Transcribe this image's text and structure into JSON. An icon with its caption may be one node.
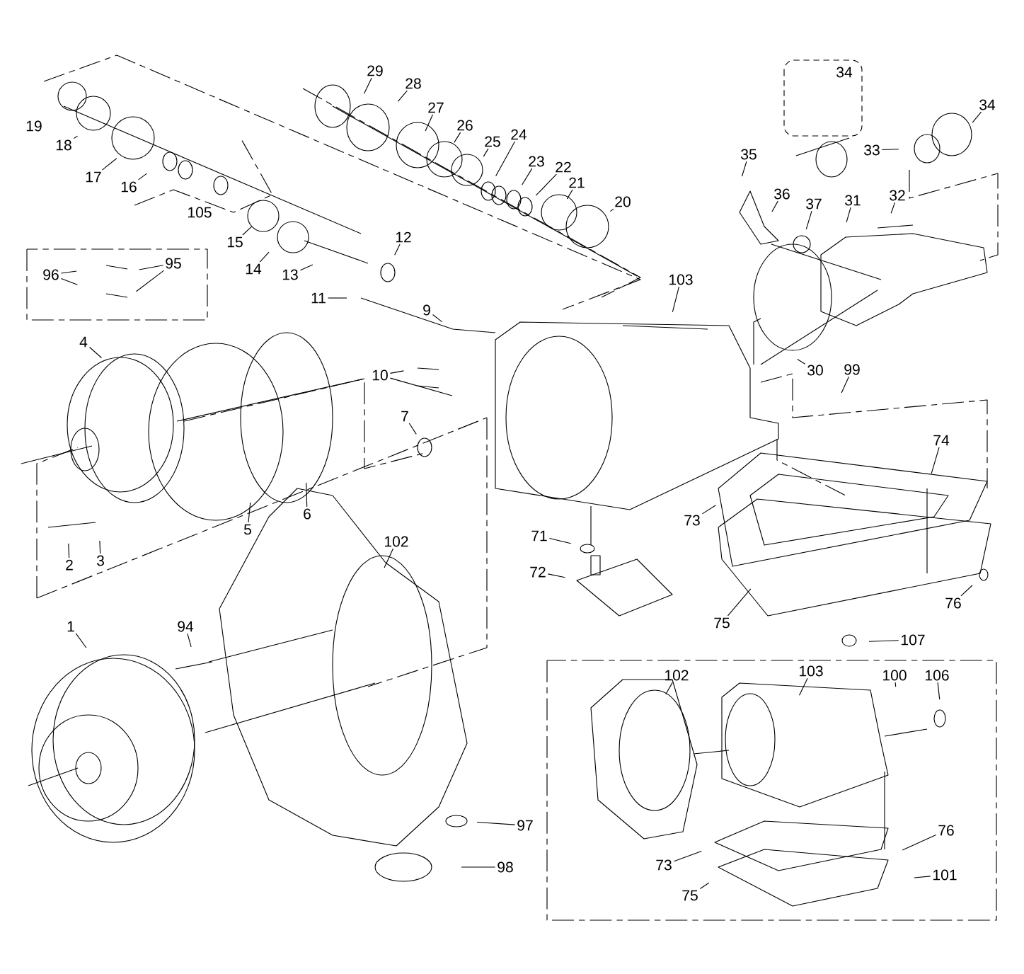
{
  "diagram": {
    "nodes": [
      {
        "text": [
          "34"
        ]
      },
      {
        "text": [
          "29"
        ]
      },
      {
        "text": [
          "28"
        ]
      },
      {
        "text": [
          "27"
        ]
      },
      {
        "text": [
          "34"
        ]
      },
      {
        "text": [
          "26"
        ]
      },
      {
        "text": [
          "19"
        ]
      },
      {
        "text": [
          "24"
        ]
      },
      {
        "text": [
          "25"
        ]
      },
      {
        "text": [
          "18"
        ]
      },
      {
        "text": [
          "33"
        ]
      },
      {
        "text": [
          "23"
        ]
      },
      {
        "text": [
          "22"
        ]
      },
      {
        "text": [
          "35"
        ]
      },
      {
        "text": [
          "17"
        ]
      },
      {
        "text": [
          "16"
        ]
      },
      {
        "text": [
          "21"
        ]
      },
      {
        "text": [
          "36"
        ]
      },
      {
        "text": [
          "32"
        ]
      },
      {
        "text": [
          "20"
        ]
      },
      {
        "text": [
          "37"
        ]
      },
      {
        "text": [
          "31"
        ]
      },
      {
        "text": [
          "105"
        ]
      },
      {
        "text": [
          "15"
        ]
      },
      {
        "text": [
          "12"
        ]
      },
      {
        "text": [
          "14"
        ]
      },
      {
        "text": [
          "95"
        ]
      },
      {
        "text": [
          "96"
        ]
      },
      {
        "text": [
          "13"
        ]
      },
      {
        "text": [
          "103"
        ]
      },
      {
        "text": [
          "11"
        ]
      },
      {
        "text": [
          "9"
        ]
      },
      {
        "text": [
          "4"
        ]
      },
      {
        "text": [
          "30"
        ]
      },
      {
        "text": [
          "10"
        ]
      },
      {
        "text": [
          "99"
        ]
      },
      {
        "text": [
          "7"
        ]
      },
      {
        "text": [
          "74"
        ]
      },
      {
        "text": [
          "6"
        ]
      },
      {
        "text": [
          "5"
        ]
      },
      {
        "text": [
          "73"
        ]
      },
      {
        "text": [
          "71"
        ]
      },
      {
        "text": [
          "3"
        ]
      },
      {
        "text": [
          "2"
        ]
      },
      {
        "text": [
          "102"
        ]
      },
      {
        "text": [
          "72"
        ]
      },
      {
        "text": [
          "76"
        ]
      },
      {
        "text": [
          "75"
        ]
      },
      {
        "text": [
          "1"
        ]
      },
      {
        "text": [
          "94"
        ]
      },
      {
        "text": [
          "107"
        ]
      },
      {
        "text": [
          "102"
        ]
      },
      {
        "text": [
          "103"
        ]
      },
      {
        "text": [
          "100"
        ]
      },
      {
        "text": [
          "106"
        ]
      },
      {
        "text": [
          "97"
        ]
      },
      {
        "text": [
          "76"
        ]
      },
      {
        "text": [
          "73"
        ]
      },
      {
        "text": [
          "98"
        ]
      },
      {
        "text": [
          "101"
        ]
      },
      {
        "text": [
          "75"
        ]
      }
    ],
    "edges": [
      {
        "from": 1,
        "to": null,
        "arrow": "none"
      },
      {
        "from": 2,
        "to": null,
        "arrow": "none"
      },
      {
        "from": 3,
        "to": null,
        "arrow": "none"
      },
      {
        "from": 4,
        "to": null,
        "arrow": "none"
      },
      {
        "from": 5,
        "to": null,
        "arrow": "none"
      },
      {
        "from": 7,
        "to": null,
        "arrow": "none"
      },
      {
        "from": 8,
        "to": null,
        "arrow": "none"
      },
      {
        "from": 9,
        "to": null,
        "arrow": "none"
      },
      {
        "from": 10,
        "to": null,
        "arrow": "none"
      },
      {
        "from": 11,
        "to": null,
        "arrow": "none"
      },
      {
        "from": 12,
        "to": null,
        "arrow": "none"
      },
      {
        "from": 13,
        "to": null,
        "arrow": "none"
      },
      {
        "from": 14,
        "to": null,
        "arrow": "none"
      },
      {
        "from": 15,
        "to": null,
        "arrow": "none"
      },
      {
        "from": 16,
        "to": null,
        "arrow": "none"
      },
      {
        "from": 17,
        "to": null,
        "arrow": "none"
      },
      {
        "from": 18,
        "to": null,
        "arrow": "none"
      },
      {
        "from": 19,
        "to": null,
        "arrow": "none"
      },
      {
        "from": 20,
        "to": null,
        "arrow": "none"
      },
      {
        "from": 21,
        "to": null,
        "arrow": "none"
      },
      {
        "from": 23,
        "to": null,
        "arrow": "none"
      },
      {
        "from": 24,
        "to": null,
        "arrow": "none"
      },
      {
        "from": 25,
        "to": null,
        "arrow": "none"
      },
      {
        "from": 26,
        "to": null,
        "arrow": "none"
      },
      {
        "from": 26,
        "to": null,
        "arrow": "none"
      },
      {
        "from": 27,
        "to": null,
        "arrow": "none"
      },
      {
        "from": 27,
        "to": null,
        "arrow": "none"
      },
      {
        "from": 28,
        "to": null,
        "arrow": "none"
      },
      {
        "from": 29,
        "to": null,
        "arrow": "none"
      },
      {
        "from": 30,
        "to": null,
        "arrow": "none"
      },
      {
        "from": 31,
        "to": null,
        "arrow": "none"
      },
      {
        "from": 32,
        "to": null,
        "arrow": "none"
      },
      {
        "from": 33,
        "to": null,
        "arrow": "none"
      },
      {
        "from": 34,
        "to": null,
        "arrow": "none"
      },
      {
        "from": 34,
        "to": null,
        "arrow": "none"
      },
      {
        "from": 35,
        "to": null,
        "arrow": "none"
      },
      {
        "from": 36,
        "to": null,
        "arrow": "none"
      },
      {
        "from": 37,
        "to": null,
        "arrow": "none"
      },
      {
        "from": 38,
        "to": null,
        "arrow": "none"
      },
      {
        "from": 39,
        "to": null,
        "arrow": "none"
      },
      {
        "from": 40,
        "to": null,
        "arrow": "none"
      },
      {
        "from": 41,
        "to": null,
        "arrow": "none"
      },
      {
        "from": 42,
        "to": null,
        "arrow": "none"
      },
      {
        "from": 43,
        "to": null,
        "arrow": "none"
      },
      {
        "from": 44,
        "to": null,
        "arrow": "none"
      },
      {
        "from": 45,
        "to": null,
        "arrow": "none"
      },
      {
        "from": 46,
        "to": null,
        "arrow": "none"
      },
      {
        "from": 47,
        "to": null,
        "arrow": "none"
      },
      {
        "from": 48,
        "to": null,
        "arrow": "none"
      },
      {
        "from": 49,
        "to": null,
        "arrow": "none"
      },
      {
        "from": 50,
        "to": null,
        "arrow": "none"
      },
      {
        "from": 51,
        "to": null,
        "arrow": "none"
      },
      {
        "from": 52,
        "to": null,
        "arrow": "none"
      },
      {
        "from": 53,
        "to": null,
        "arrow": "none"
      },
      {
        "from": 54,
        "to": null,
        "arrow": "none"
      },
      {
        "from": 55,
        "to": null,
        "arrow": "none"
      },
      {
        "from": 56,
        "to": null,
        "arrow": "none"
      },
      {
        "from": 57,
        "to": null,
        "arrow": "none"
      },
      {
        "from": 58,
        "to": null,
        "arrow": "none"
      },
      {
        "from": 59,
        "to": null,
        "arrow": "none"
      },
      {
        "from": 60,
        "to": null,
        "arrow": "none"
      }
    ]
  }
}
